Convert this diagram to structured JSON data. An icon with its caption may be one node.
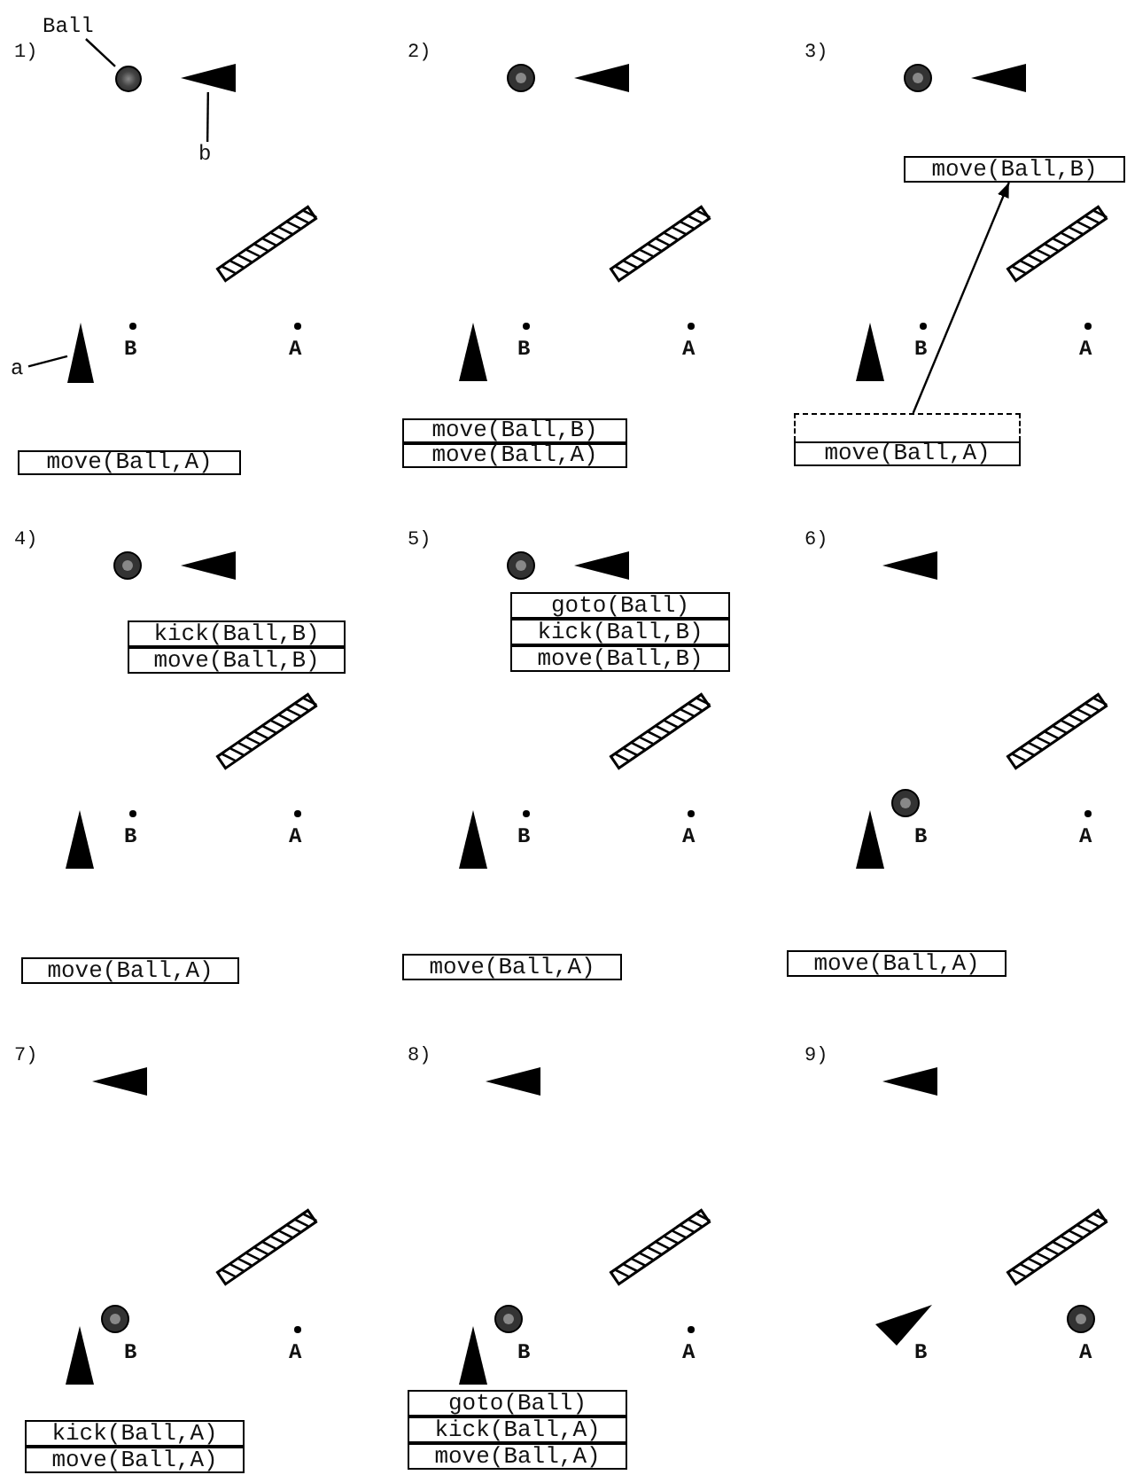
{
  "diagram": {
    "nodes": [
      {
        "text": [
          "Ball"
        ]
      },
      {
        "text": [],
        "shape": "circle"
      },
      {
        "text": [],
        "shape": "triangle"
      },
      {
        "text": [
          "b"
        ]
      },
      {
        "text": [],
        "shape": "triangle"
      },
      {
        "text": [
          "a"
        ]
      },
      {
        "text": [
          "move(Ball,A)"
        ]
      },
      {
        "text": [
          "move(Ball,B)"
        ]
      },
      {
        "text": [
          "move(Ball,A)"
        ]
      },
      {
        "text": [
          "move(Ball,B)"
        ]
      },
      {
        "text": [],
        "shape": "box"
      },
      {
        "text": [
          "move(Ball,A)"
        ]
      },
      {
        "text": [
          "kick(Ball,B)"
        ]
      },
      {
        "text": [
          "move(Ball,B)"
        ]
      },
      {
        "text": [
          "move(Ball,A)"
        ]
      },
      {
        "text": [
          "goto(Ball)"
        ]
      },
      {
        "text": [
          "kick(Ball,B)"
        ]
      },
      {
        "text": [
          "move(Ball,B)"
        ]
      },
      {
        "text": [
          "move(Ball,A)"
        ]
      },
      {
        "text": [
          "move(Ball,A)"
        ]
      },
      {
        "text": [
          "kick(Ball,A)"
        ]
      },
      {
        "text": [
          "move(Ball,A)"
        ]
      },
      {
        "text": [
          "goto(Ball)"
        ]
      },
      {
        "text": [
          "kick(Ball,A)"
        ]
      },
      {
        "text": [
          "move(Ball,A)"
        ]
      }
    ],
    "edges": [
      {
        "from": 0,
        "to": 1,
        "arrow": "none"
      },
      {
        "from": 3,
        "to": 2,
        "arrow": "none"
      },
      {
        "from": 5,
        "to": 4,
        "arrow": "none"
      },
      {
        "from": 10,
        "to": 9,
        "arrow": "to"
      }
    ],
    "labels": [
      "1)",
      "B",
      "A",
      "2)",
      "B",
      "A",
      "3)",
      "B",
      "A",
      "4)",
      "B",
      "A",
      "5)",
      "B",
      "A",
      "6)",
      "B",
      "A",
      "7)",
      "B",
      "A",
      "8)",
      "B",
      "A",
      "9)",
      "B",
      "A"
    ]
  }
}
